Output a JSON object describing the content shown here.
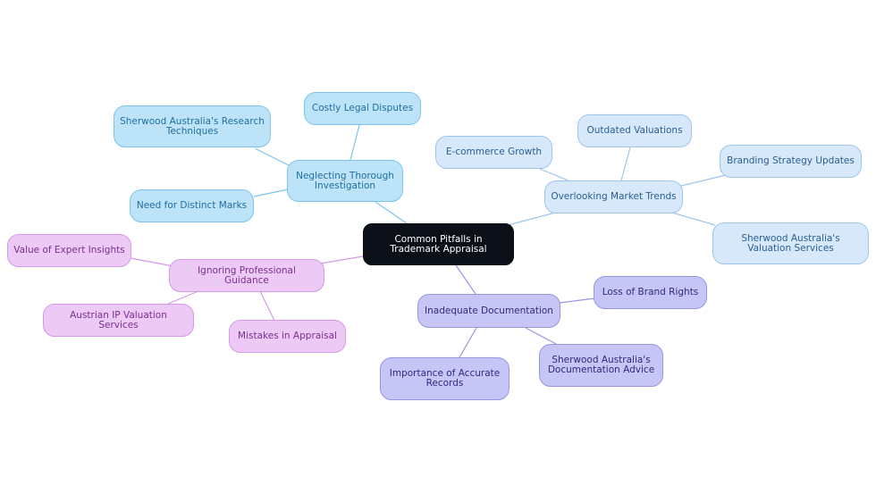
{
  "diagram": {
    "root": "Common Pitfalls in Trademark Appraisal",
    "branches": [
      {
        "label": "Neglecting Thorough Investigation",
        "children": [
          "Costly Legal Disputes",
          "Sherwood Australia's Research Techniques",
          "Need for Distinct Marks"
        ]
      },
      {
        "label": "Overlooking Market Trends",
        "children": [
          "E-commerce Growth",
          "Outdated Valuations",
          "Branding Strategy Updates",
          "Sherwood Australia's Valuation Services"
        ]
      },
      {
        "label": "Inadequate Documentation",
        "children": [
          "Loss of Brand Rights",
          "Importance of Accurate Records",
          "Sherwood Australia's Documentation Advice"
        ]
      },
      {
        "label": "Ignoring Professional Guidance",
        "children": [
          "Value of Expert Insights",
          "Austrian IP Valuation Services",
          "Mistakes in Appraisal"
        ]
      }
    ]
  },
  "colors": {
    "root": "#0b1018",
    "investigation": "#bde3f9",
    "market": "#d6e8fa",
    "documentation": "#c7c5f6",
    "guidance": "#edc9f6"
  }
}
